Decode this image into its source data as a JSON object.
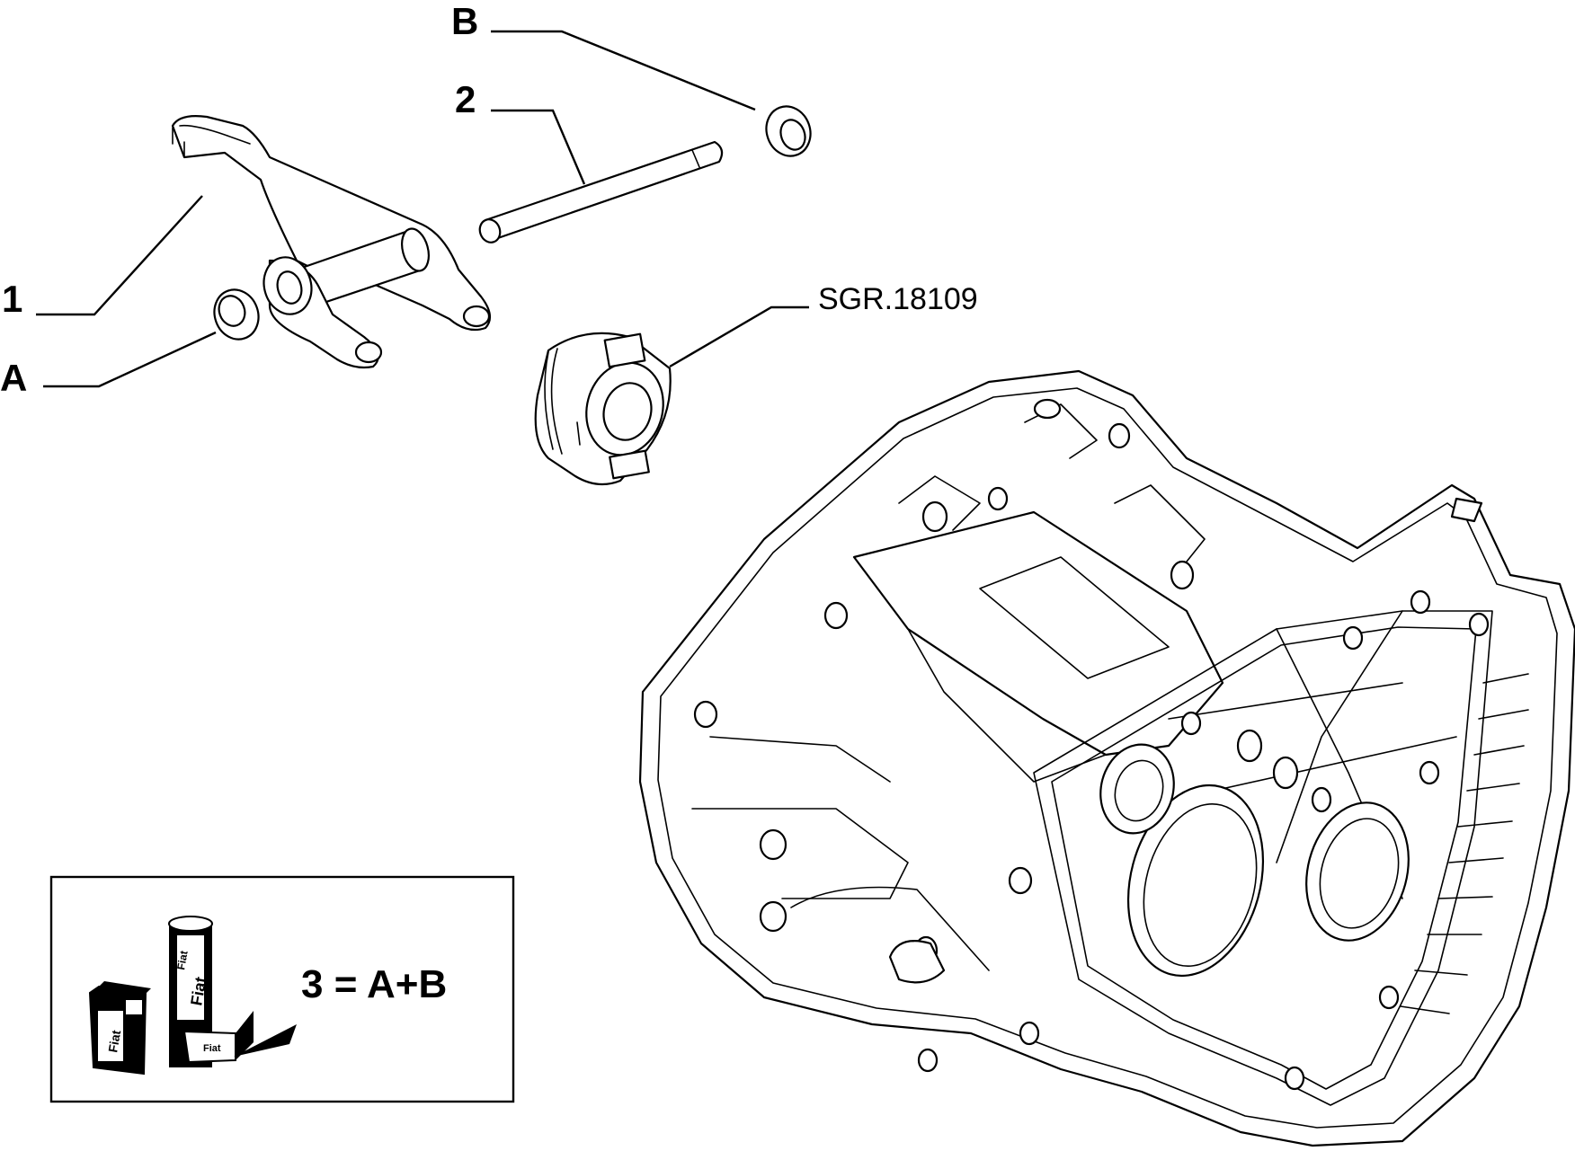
{
  "callouts": {
    "part_1": "1",
    "part_2": "2",
    "part_A": "A",
    "part_B": "B",
    "assembly_code": "SGR.18109"
  },
  "legend": {
    "formula": "3 = A+B",
    "product_marks": [
      "Fiat",
      "Fiat",
      "Fiat",
      "Fiat"
    ]
  }
}
